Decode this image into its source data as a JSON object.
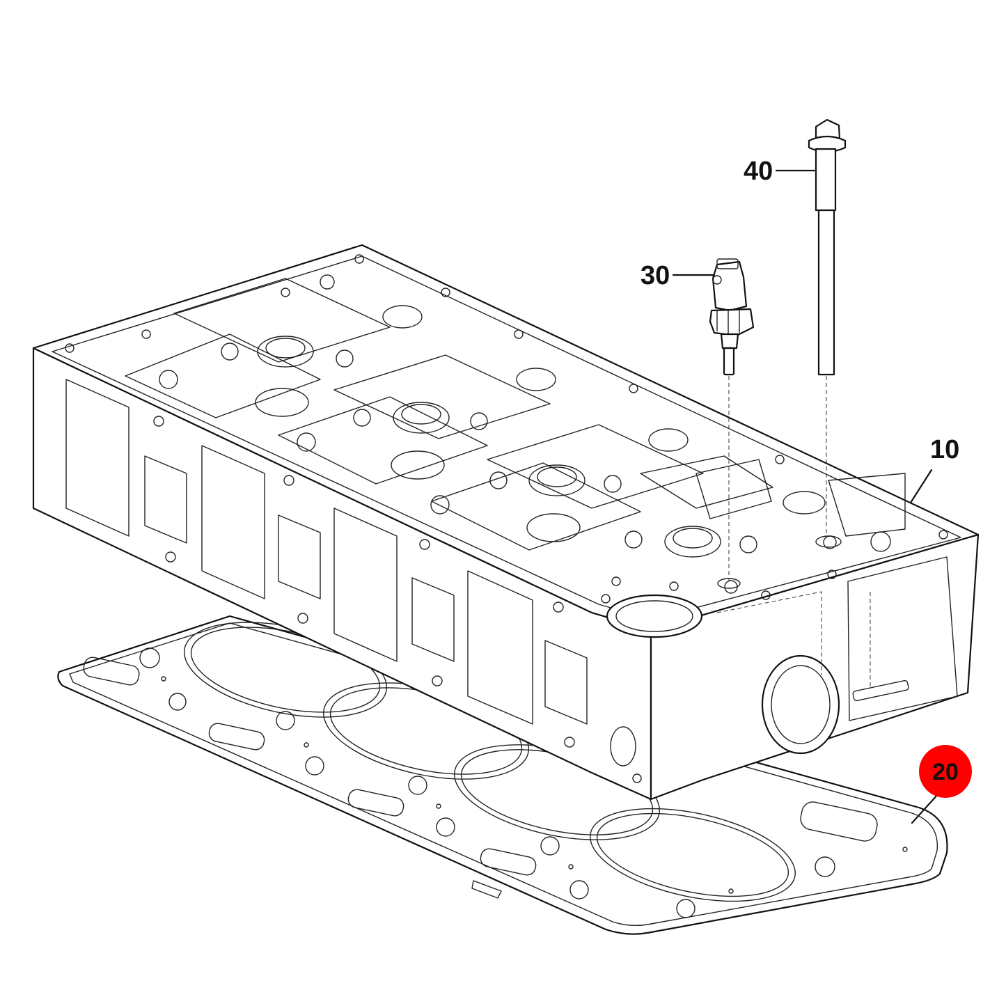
{
  "callouts": {
    "cylinder_head": "10",
    "head_gasket": "20",
    "sensor": "30",
    "head_bolt": "40"
  },
  "colors": {
    "highlight": "#ff0000",
    "line": "#111111",
    "background": "#ffffff"
  },
  "highlighted_part": "20"
}
